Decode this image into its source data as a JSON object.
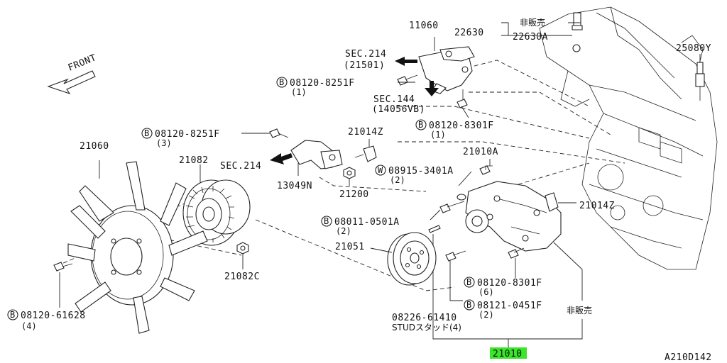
{
  "front": {
    "label": "FRONT"
  },
  "refs": {
    "sec214_top": "SEC.214",
    "sec214_top_sub": "(21501)",
    "sec144": "SEC.144",
    "sec144_sub": "(14056VB)",
    "sec214_mid": "SEC.214"
  },
  "bolts": {
    "b_top": "08120-8251F",
    "b_top_qty": "(1)",
    "b_right_top": "08120-8301F",
    "b_right_top_qty": "(1)",
    "b_mid_left": "08120-8251F",
    "b_mid_left_qty": "(3)",
    "washer": "08915-3401A",
    "washer_qty": "(2)",
    "b_pulley": "08011-0501A",
    "b_pulley_qty": "(2)",
    "b_fan": "08120-61628",
    "b_fan_qty": "(4)",
    "b_lower1": "08120-8301F",
    "b_lower1_qty": "(6)",
    "b_lower2": "08121-0451F",
    "b_lower2_qty": "(2)",
    "stud": "08226-61410",
    "stud_desc": "STUDスタッド(4)"
  },
  "circle_b": "B",
  "circle_w": "W",
  "parts": {
    "p11060": "11060",
    "p22630": "22630",
    "p22630a": "22630A",
    "p_not_sold_top": "非販売",
    "p25080y": "25080Y",
    "p21014z_top": "21014Z",
    "p21010a": "21010A",
    "p21060": "21060",
    "p21082": "21082",
    "p13049n": "13049N",
    "p21200": "21200",
    "p21014z_right": "21014Z",
    "p21051": "21051",
    "p21082c": "21082C",
    "p_not_sold_bottom": "非販売",
    "p21010": "21010"
  },
  "diagram_code": "A210D142",
  "colors": {
    "highlight": "#39e629",
    "ink": "#111111"
  }
}
